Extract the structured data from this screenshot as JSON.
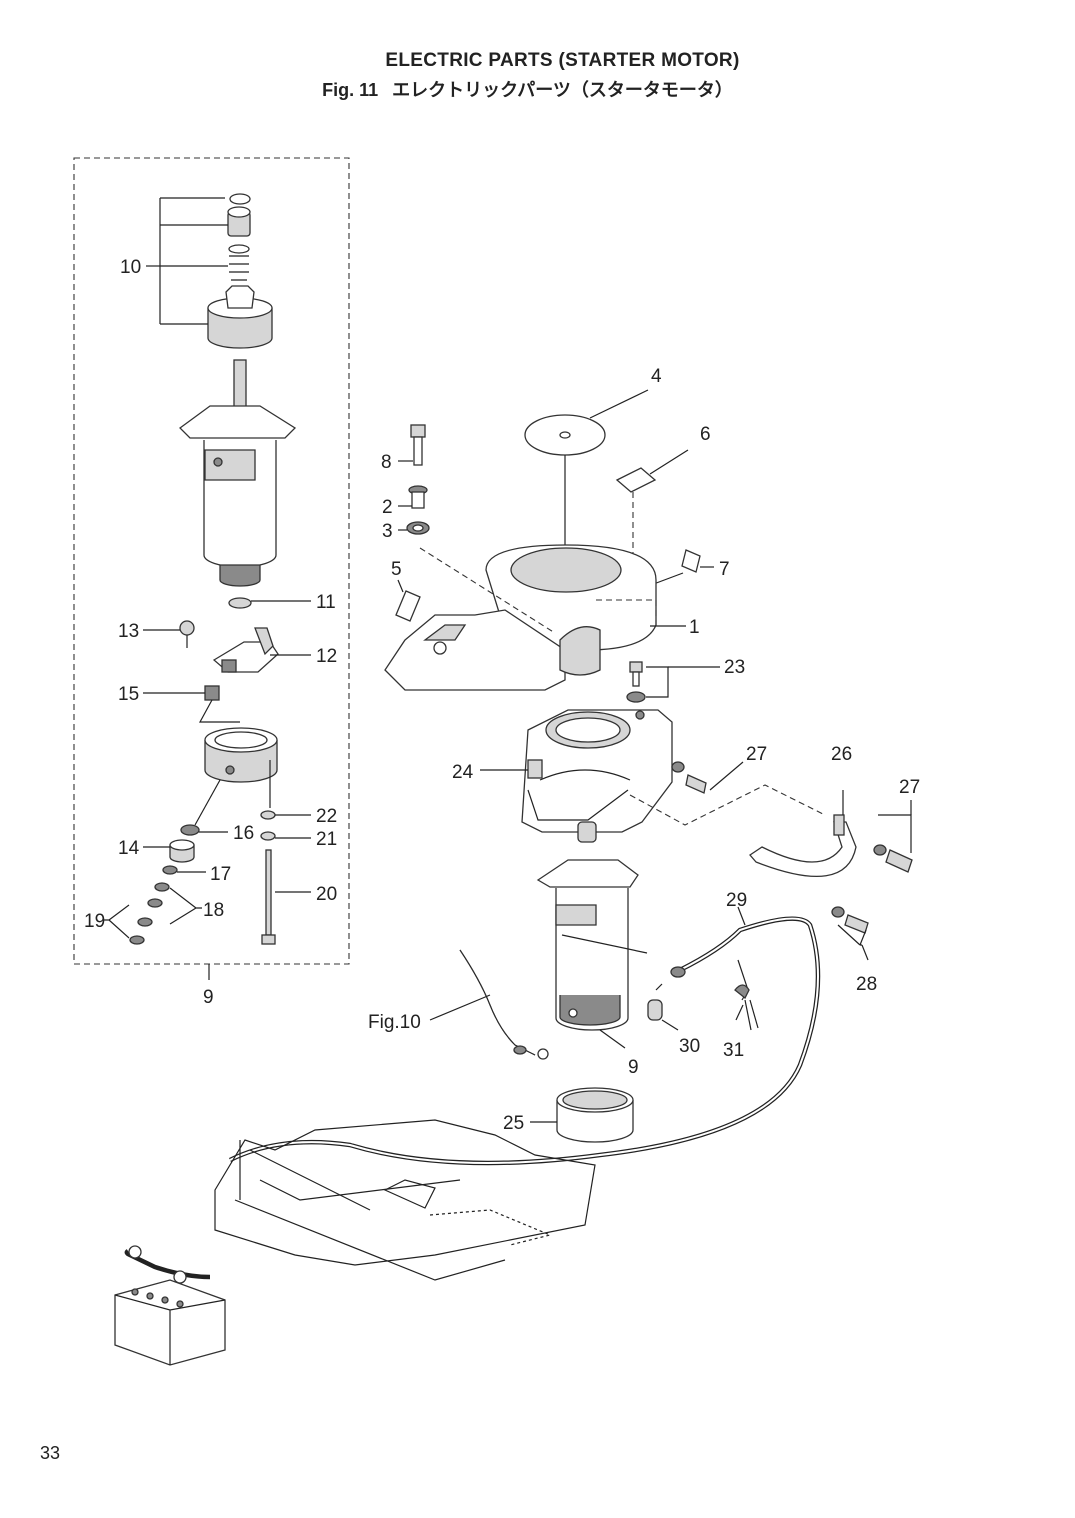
{
  "header": {
    "title": "ELECTRIC PARTS (STARTER MOTOR)",
    "fig_label": "Fig. 11",
    "title_jp": "エレクトリックパーツ（スタータモータ）"
  },
  "page_number": "33",
  "callouts": {
    "p1": "1",
    "p2": "2",
    "p3": "3",
    "p4": "4",
    "p5": "5",
    "p6": "6",
    "p7": "7",
    "p8": "8",
    "p9_kit": "9",
    "p9_motor": "9",
    "p10": "10",
    "p11": "11",
    "p12": "12",
    "p13": "13",
    "p14": "14",
    "p15": "15",
    "p16": "16",
    "p17": "17",
    "p18": "18",
    "p19": "19",
    "p20": "20",
    "p21": "21",
    "p22": "22",
    "p23": "23",
    "p24": "24",
    "p25": "25",
    "p26": "26",
    "p27a": "27",
    "p27b": "27",
    "p28": "28",
    "p29": "29",
    "p30": "30",
    "p31": "31",
    "fig10": "Fig.10"
  }
}
